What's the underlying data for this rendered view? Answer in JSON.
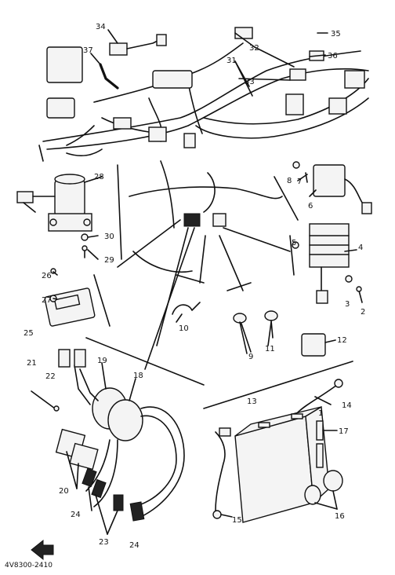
{
  "callouts": [
    {
      "id": "34",
      "text": "34"
    },
    {
      "id": "35",
      "text": "35"
    },
    {
      "id": "32",
      "text": "32"
    },
    {
      "id": "37",
      "text": "37"
    },
    {
      "id": "36",
      "text": "36"
    },
    {
      "id": "31",
      "text": "31"
    },
    {
      "id": "33",
      "text": "33"
    },
    {
      "id": "28",
      "text": "28"
    },
    {
      "id": "8",
      "text": "8"
    },
    {
      "id": "7",
      "text": "7"
    },
    {
      "id": "6",
      "text": "6"
    },
    {
      "id": "30",
      "text": "30"
    },
    {
      "id": "29",
      "text": "29"
    },
    {
      "id": "5",
      "text": "5"
    },
    {
      "id": "4",
      "text": "4"
    },
    {
      "id": "26",
      "text": "26"
    },
    {
      "id": "27",
      "text": "27"
    },
    {
      "id": "3",
      "text": "3"
    },
    {
      "id": "2",
      "text": "2"
    },
    {
      "id": "25",
      "text": "25"
    },
    {
      "id": "10",
      "text": "10"
    },
    {
      "id": "9",
      "text": "9"
    },
    {
      "id": "11",
      "text": "11"
    },
    {
      "id": "12",
      "text": "12"
    },
    {
      "id": "21",
      "text": "21"
    },
    {
      "id": "19",
      "text": "19"
    },
    {
      "id": "18",
      "text": "18"
    },
    {
      "id": "22",
      "text": "22"
    },
    {
      "id": "14",
      "text": "14"
    },
    {
      "id": "13",
      "text": "13"
    },
    {
      "id": "1",
      "text": "1"
    },
    {
      "id": "17",
      "text": "17"
    },
    {
      "id": "20",
      "text": "20"
    },
    {
      "id": "24a",
      "text": "24"
    },
    {
      "id": "15",
      "text": "15"
    },
    {
      "id": "16",
      "text": "16"
    },
    {
      "id": "23",
      "text": "23"
    },
    {
      "id": "24b",
      "text": "24"
    }
  ],
  "drawing_code": "4V8300-2410"
}
